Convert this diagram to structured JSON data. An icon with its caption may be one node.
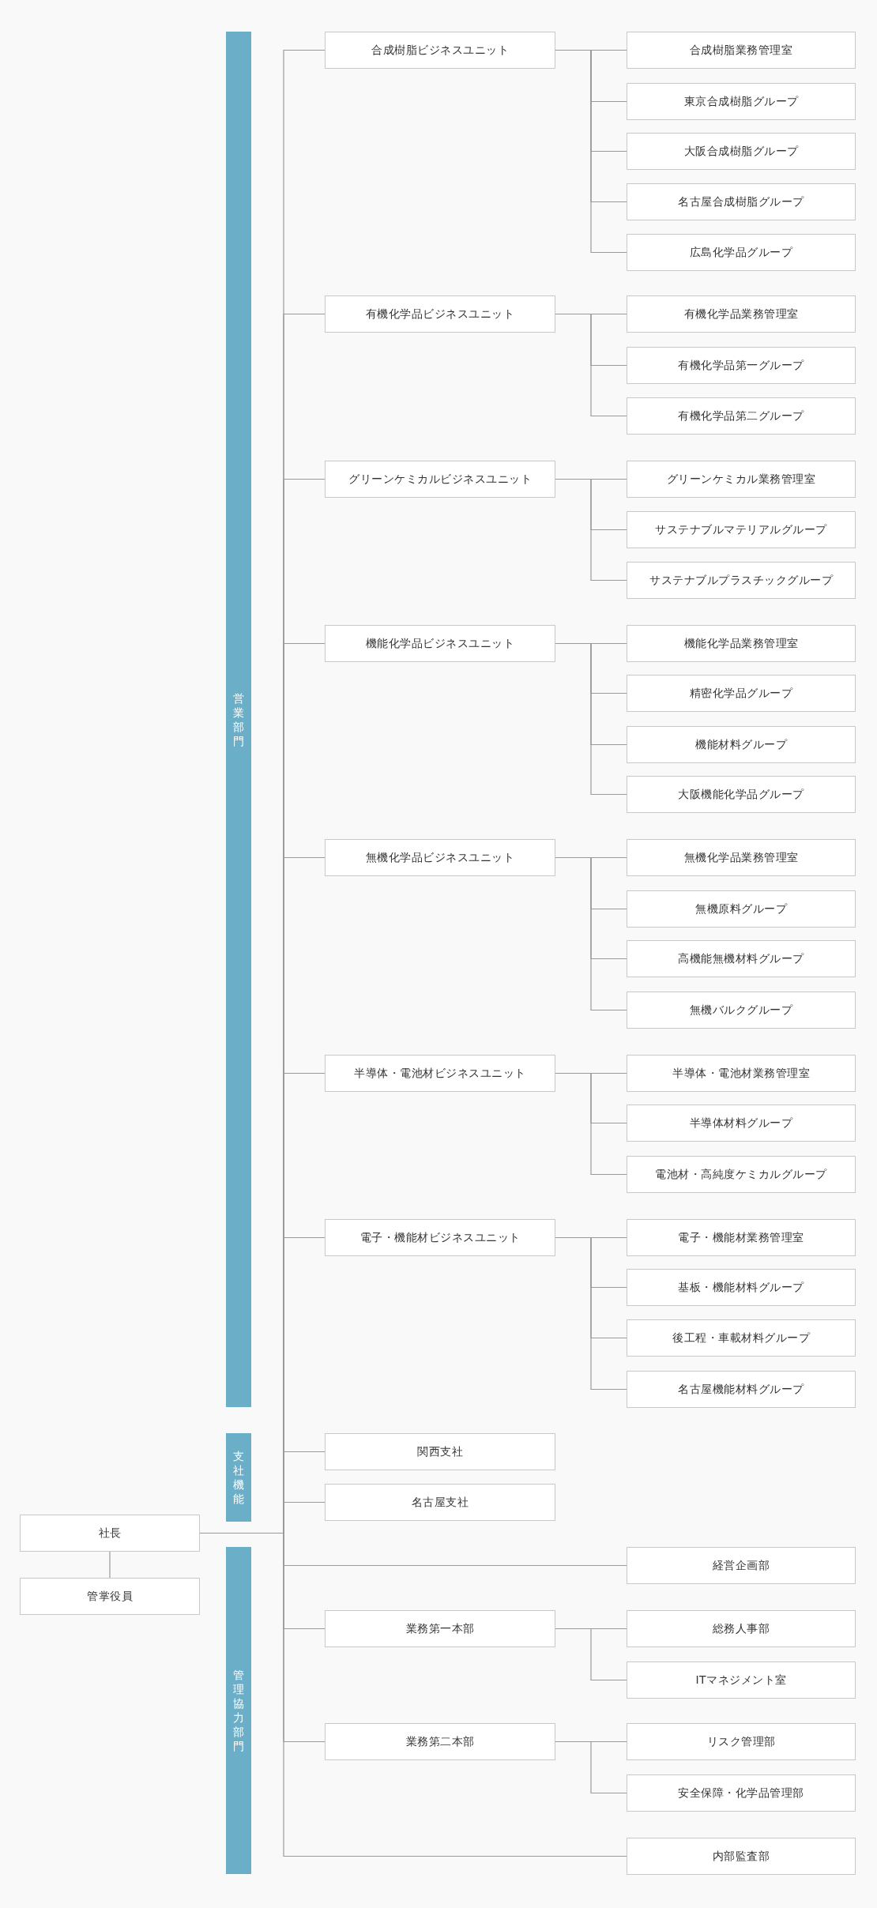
{
  "diagram": {
    "nodes": [
      {
        "text": [
          "営業部門"
        ]
      },
      {
        "text": [
          "合成樹脂ビジネスユニット"
        ]
      },
      {
        "text": [
          "合成樹脂業務管理室"
        ]
      },
      {
        "text": [
          "東京合成樹脂グループ"
        ]
      },
      {
        "text": [
          "大阪合成樹脂グループ"
        ]
      },
      {
        "text": [
          "名古屋合成樹脂グループ"
        ]
      },
      {
        "text": [
          "広島化学品グループ"
        ]
      },
      {
        "text": [
          "有機化学品ビジネスユニット"
        ]
      },
      {
        "text": [
          "有機化学品業務管理室"
        ]
      },
      {
        "text": [
          "有機化学品第一グループ"
        ]
      },
      {
        "text": [
          "有機化学品第二グループ"
        ]
      },
      {
        "text": [
          "グリーンケミカルビジネスユニット"
        ]
      },
      {
        "text": [
          "グリーンケミカル業務管理室"
        ]
      },
      {
        "text": [
          "サステナブルマテリアルグループ"
        ]
      },
      {
        "text": [
          "サステナブルプラスチックグループ"
        ]
      },
      {
        "text": [
          "機能化学品ビジネスユニット"
        ]
      },
      {
        "text": [
          "機能化学品業務管理室"
        ]
      },
      {
        "text": [
          "精密化学品グループ"
        ]
      },
      {
        "text": [
          "機能材料グループ"
        ]
      },
      {
        "text": [
          "大阪機能化学品グループ"
        ]
      },
      {
        "text": [
          "無機化学品ビジネスユニット"
        ]
      },
      {
        "text": [
          "無機化学品業務管理室"
        ]
      },
      {
        "text": [
          "無機原料グループ"
        ]
      },
      {
        "text": [
          "高機能無機材料グループ"
        ]
      },
      {
        "text": [
          "無機バルクグループ"
        ]
      },
      {
        "text": [
          "半導体・電池材ビジネスユニット"
        ]
      },
      {
        "text": [
          "半導体・電池材業務管理室"
        ]
      },
      {
        "text": [
          "半導体材料グループ"
        ]
      },
      {
        "text": [
          "電池材・高純度ケミカルグループ"
        ]
      },
      {
        "text": [
          "電子・機能材ビジネスユニット"
        ]
      },
      {
        "text": [
          "電子・機能材業務管理室"
        ]
      },
      {
        "text": [
          "基板・機能材料グループ"
        ]
      },
      {
        "text": [
          "後工程・車載材料グループ"
        ]
      },
      {
        "text": [
          "名古屋機能材料グループ"
        ]
      },
      {
        "text": [
          "支社機能"
        ]
      },
      {
        "text": [
          "関西支社"
        ]
      },
      {
        "text": [
          "名古屋支社"
        ]
      },
      {
        "text": [
          "社長"
        ]
      },
      {
        "text": [
          "管掌役員"
        ]
      },
      {
        "text": [
          "管理協力部門"
        ]
      },
      {
        "text": [
          "経営企画部"
        ]
      },
      {
        "text": [
          "業務第一本部"
        ]
      },
      {
        "text": [
          "総務人事部"
        ]
      },
      {
        "text": [
          "ITマネジメント室"
        ]
      },
      {
        "text": [
          "業務第二本部"
        ]
      },
      {
        "text": [
          "リスク管理部"
        ]
      },
      {
        "text": [
          "安全保障・化学品管理部"
        ]
      },
      {
        "text": [
          "内部監査部"
        ]
      }
    ],
    "edges": [
      {
        "from": 37,
        "to": 38,
        "arrow": "none"
      },
      {
        "from": 37,
        "to": 1,
        "arrow": "none"
      },
      {
        "from": 37,
        "to": 7,
        "arrow": "none"
      },
      {
        "from": 37,
        "to": 11,
        "arrow": "none"
      },
      {
        "from": 37,
        "to": 15,
        "arrow": "none"
      },
      {
        "from": 37,
        "to": 20,
        "arrow": "none"
      },
      {
        "from": 37,
        "to": 25,
        "arrow": "none"
      },
      {
        "from": 37,
        "to": 29,
        "arrow": "none"
      },
      {
        "from": 37,
        "to": 35,
        "arrow": "none"
      },
      {
        "from": 37,
        "to": 36,
        "arrow": "none"
      },
      {
        "from": 37,
        "to": 40,
        "arrow": "none"
      },
      {
        "from": 37,
        "to": 41,
        "arrow": "none"
      },
      {
        "from": 37,
        "to": 44,
        "arrow": "none"
      },
      {
        "from": 37,
        "to": 47,
        "arrow": "none"
      },
      {
        "from": 1,
        "to": 2,
        "arrow": "none"
      },
      {
        "from": 1,
        "to": 3,
        "arrow": "none"
      },
      {
        "from": 1,
        "to": 4,
        "arrow": "none"
      },
      {
        "from": 1,
        "to": 5,
        "arrow": "none"
      },
      {
        "from": 1,
        "to": 6,
        "arrow": "none"
      },
      {
        "from": 7,
        "to": 8,
        "arrow": "none"
      },
      {
        "from": 7,
        "to": 9,
        "arrow": "none"
      },
      {
        "from": 7,
        "to": 10,
        "arrow": "none"
      },
      {
        "from": 11,
        "to": 12,
        "arrow": "none"
      },
      {
        "from": 11,
        "to": 13,
        "arrow": "none"
      },
      {
        "from": 11,
        "to": 14,
        "arrow": "none"
      },
      {
        "from": 15,
        "to": 16,
        "arrow": "none"
      },
      {
        "from": 15,
        "to": 17,
        "arrow": "none"
      },
      {
        "from": 15,
        "to": 18,
        "arrow": "none"
      },
      {
        "from": 15,
        "to": 19,
        "arrow": "none"
      },
      {
        "from": 20,
        "to": 21,
        "arrow": "none"
      },
      {
        "from": 20,
        "to": 22,
        "arrow": "none"
      },
      {
        "from": 20,
        "to": 23,
        "arrow": "none"
      },
      {
        "from": 20,
        "to": 24,
        "arrow": "none"
      },
      {
        "from": 25,
        "to": 26,
        "arrow": "none"
      },
      {
        "from": 25,
        "to": 27,
        "arrow": "none"
      },
      {
        "from": 25,
        "to": 28,
        "arrow": "none"
      },
      {
        "from": 29,
        "to": 30,
        "arrow": "none"
      },
      {
        "from": 29,
        "to": 31,
        "arrow": "none"
      },
      {
        "from": 29,
        "to": 32,
        "arrow": "none"
      },
      {
        "from": 29,
        "to": 33,
        "arrow": "none"
      },
      {
        "from": 41,
        "to": 42,
        "arrow": "none"
      },
      {
        "from": 41,
        "to": 43,
        "arrow": "none"
      },
      {
        "from": 44,
        "to": 45,
        "arrow": "none"
      },
      {
        "from": 44,
        "to": 46,
        "arrow": "none"
      }
    ]
  }
}
